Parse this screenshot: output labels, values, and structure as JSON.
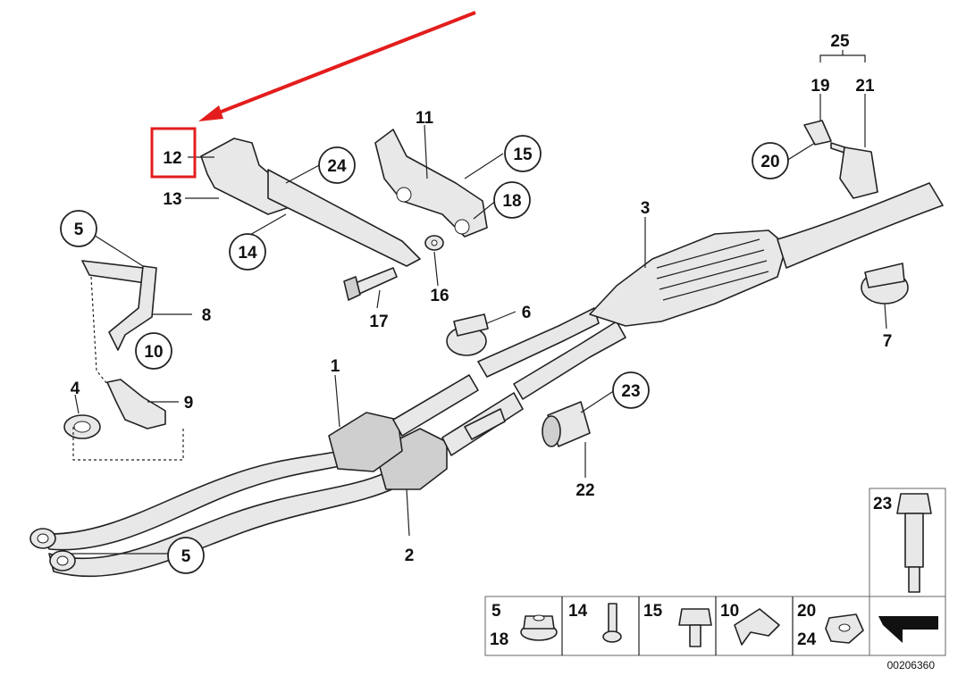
{
  "reference_code": "00206360",
  "highlight_color": "#e31d1d",
  "labels": {
    "l1": "1",
    "l2": "2",
    "l3": "3",
    "l4": "4",
    "l5a": "5",
    "l5b": "5",
    "l6": "6",
    "l7": "7",
    "l8": "8",
    "l9": "9",
    "l10": "10",
    "l11": "11",
    "l12": "12",
    "l13": "13",
    "l14": "14",
    "l15": "15",
    "l16": "16",
    "l17": "17",
    "l18": "18",
    "l19": "19",
    "l20": "20",
    "l21": "21",
    "l22": "22",
    "l23": "23",
    "l24": "24",
    "l25": "25"
  },
  "hardware_table": {
    "cells": [
      {
        "top": "5",
        "bottom": "18",
        "icon": "flange-nut-icon"
      },
      {
        "top": "14",
        "bottom": "",
        "icon": "stud-bolt-icon"
      },
      {
        "top": "15",
        "bottom": "",
        "icon": "hex-bolt-icon"
      },
      {
        "top": "10",
        "bottom": "",
        "icon": "clip-nut-icon"
      },
      {
        "top": "20",
        "bottom": "24",
        "icon": "hex-nut-icon"
      }
    ],
    "tall_cell_label": "23"
  }
}
